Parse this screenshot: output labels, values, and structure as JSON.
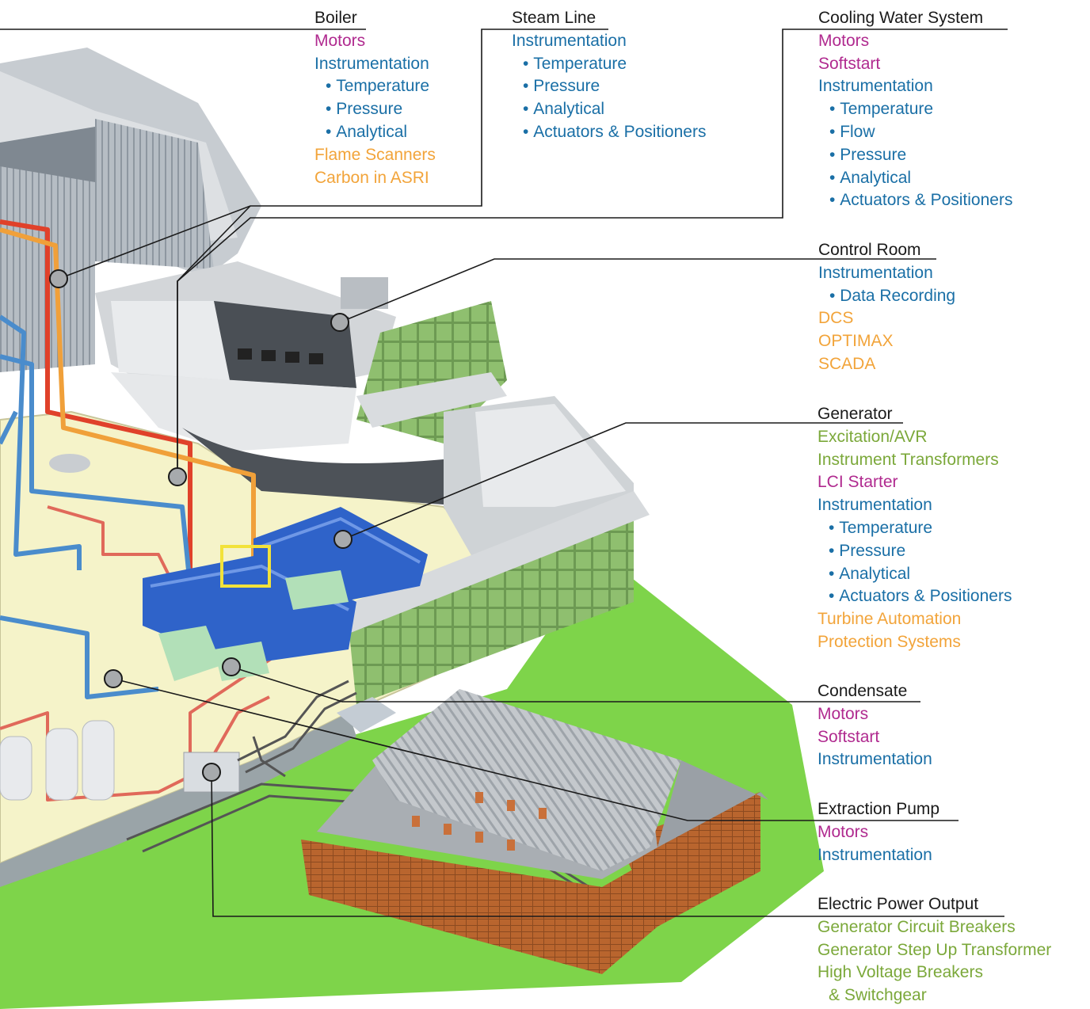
{
  "colors": {
    "motors": "#b02a8f",
    "instrumentation": "#1a6fa6",
    "control": "#f2a43a",
    "electrical": "#7ba83a",
    "leader": "#1a1a1a"
  },
  "sections": {
    "boiler": {
      "title": "Boiler",
      "items": [
        {
          "text": "Motors",
          "color": "magenta"
        },
        {
          "text": "Instrumentation",
          "color": "blue"
        },
        {
          "text": "Temperature",
          "color": "blue",
          "sub": true
        },
        {
          "text": "Pressure",
          "color": "blue",
          "sub": true
        },
        {
          "text": "Analytical",
          "color": "blue",
          "sub": true
        },
        {
          "text": "Flame Scanners",
          "color": "orange"
        },
        {
          "text": "Carbon in ASRI",
          "color": "orange"
        }
      ]
    },
    "steam_line": {
      "title": "Steam Line",
      "items": [
        {
          "text": "Instrumentation",
          "color": "blue"
        },
        {
          "text": "Temperature",
          "color": "blue",
          "sub": true
        },
        {
          "text": "Pressure",
          "color": "blue",
          "sub": true
        },
        {
          "text": "Analytical",
          "color": "blue",
          "sub": true
        },
        {
          "text": "Actuators & Positioners",
          "color": "blue",
          "sub": true
        }
      ]
    },
    "cooling_water": {
      "title": "Cooling Water System",
      "items": [
        {
          "text": "Motors",
          "color": "magenta"
        },
        {
          "text": "Softstart",
          "color": "magenta"
        },
        {
          "text": "Instrumentation",
          "color": "blue"
        },
        {
          "text": "Temperature",
          "color": "blue",
          "sub": true
        },
        {
          "text": "Flow",
          "color": "blue",
          "sub": true
        },
        {
          "text": "Pressure",
          "color": "blue",
          "sub": true
        },
        {
          "text": "Analytical",
          "color": "blue",
          "sub": true
        },
        {
          "text": "Actuators & Positioners",
          "color": "blue",
          "sub": true
        }
      ]
    },
    "control_room": {
      "title": "Control Room",
      "items": [
        {
          "text": "Instrumentation",
          "color": "blue"
        },
        {
          "text": "Data Recording",
          "color": "blue",
          "sub": true
        },
        {
          "text": "DCS",
          "color": "orange"
        },
        {
          "text": "OPTIMAX",
          "color": "orange"
        },
        {
          "text": "SCADA",
          "color": "orange"
        }
      ]
    },
    "generator": {
      "title": "Generator",
      "items": [
        {
          "text": "Excitation/AVR",
          "color": "green"
        },
        {
          "text": "Instrument Transformers",
          "color": "green"
        },
        {
          "text": "LCI Starter",
          "color": "magenta"
        },
        {
          "text": "Instrumentation",
          "color": "blue"
        },
        {
          "text": "Temperature",
          "color": "blue",
          "sub": true
        },
        {
          "text": "Pressure",
          "color": "blue",
          "sub": true
        },
        {
          "text": "Analytical",
          "color": "blue",
          "sub": true
        },
        {
          "text": "Actuators & Positioners",
          "color": "blue",
          "sub": true
        },
        {
          "text": "Turbine Automation",
          "color": "orange"
        },
        {
          "text": "Protection Systems",
          "color": "orange"
        }
      ]
    },
    "condensate": {
      "title": "Condensate",
      "items": [
        {
          "text": "Motors",
          "color": "magenta"
        },
        {
          "text": "Softstart",
          "color": "magenta"
        },
        {
          "text": "Instrumentation",
          "color": "blue"
        }
      ]
    },
    "extraction_pump": {
      "title": "Extraction Pump",
      "items": [
        {
          "text": "Motors",
          "color": "magenta"
        },
        {
          "text": "Instrumentation",
          "color": "blue"
        }
      ]
    },
    "electric_power": {
      "title": "Electric Power Output",
      "items": [
        {
          "text": "Generator Circuit Breakers",
          "color": "green"
        },
        {
          "text": "Generator Step Up Transformer",
          "color": "green"
        },
        {
          "text": "High Voltage Breakers",
          "color": "green"
        },
        {
          "text": "& Switchgear",
          "color": "green",
          "indent": true
        }
      ]
    }
  }
}
